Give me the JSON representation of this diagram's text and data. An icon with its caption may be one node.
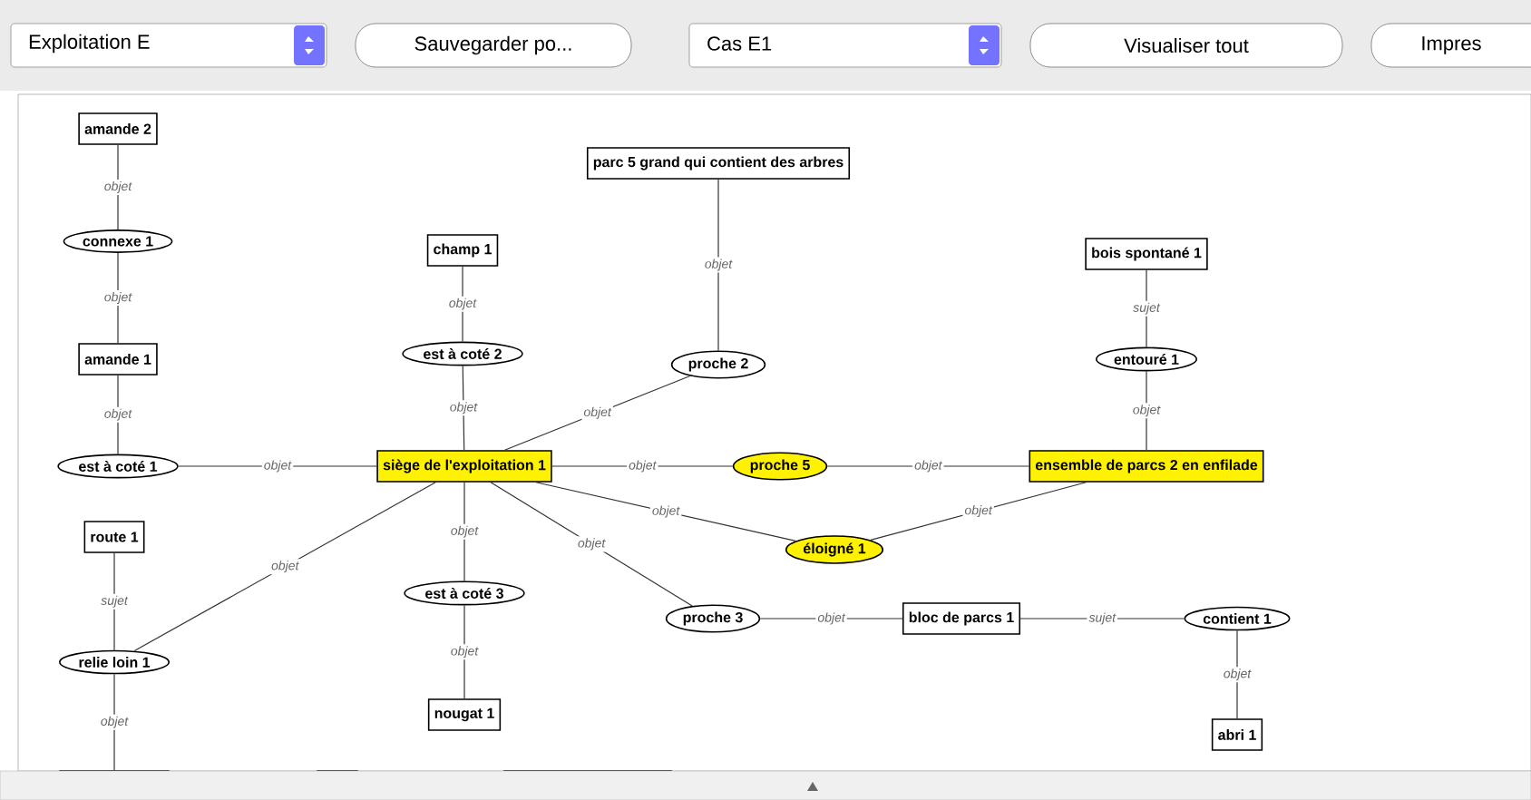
{
  "diagram": {
    "nodes": [
      {
        "text": [
          "amande 2"
        ]
      },
      {
        "text": [
          "connexe 1"
        ]
      },
      {
        "text": [
          "amande 1"
        ]
      },
      {
        "text": [
          "est à coté 1"
        ]
      },
      {
        "text": [
          "champ 1"
        ]
      },
      {
        "text": [
          "est à coté 2"
        ]
      },
      {
        "text": [
          "parc 5 grand qui contient des arbres"
        ]
      },
      {
        "text": [
          "proche 2"
        ]
      },
      {
        "text": [
          "siège de l'exploitation 1"
        ]
      },
      {
        "text": [
          "proche 5"
        ]
      },
      {
        "text": [
          "bois spontané 1"
        ]
      },
      {
        "text": [
          "entouré 1"
        ]
      },
      {
        "text": [
          "ensemble de parcs 2 en enfilade"
        ]
      },
      {
        "text": [
          "route 1"
        ]
      },
      {
        "text": [
          "relie loin 1"
        ]
      },
      {
        "text": [
          "est à coté 3"
        ]
      },
      {
        "text": [
          "éloigné 1"
        ]
      },
      {
        "text": [
          "proche 3"
        ]
      },
      {
        "text": [
          "bloc de parcs 1"
        ]
      },
      {
        "text": [
          "contient 1"
        ]
      },
      {
        "text": [
          "nougat 1"
        ]
      },
      {
        "text": [
          "abri 1"
        ]
      },
      {
        "text": [],
        "shape": "box"
      },
      {
        "text": [],
        "shape": "box"
      },
      {
        "text": [],
        "shape": "box"
      }
    ],
    "edges": [
      {
        "from": 0,
        "to": 1,
        "arrow": "none",
        "label": "objet"
      },
      {
        "from": 1,
        "to": 2,
        "arrow": "none",
        "label": "objet"
      },
      {
        "from": 2,
        "to": 3,
        "arrow": "none",
        "label": "objet"
      },
      {
        "from": 3,
        "to": 8,
        "arrow": "none",
        "label": "objet"
      },
      {
        "from": 4,
        "to": 5,
        "arrow": "none",
        "label": "objet"
      },
      {
        "from": 5,
        "to": 8,
        "arrow": "none",
        "label": "objet"
      },
      {
        "from": 6,
        "to": 7,
        "arrow": "none",
        "label": "objet"
      },
      {
        "from": 7,
        "to": 8,
        "arrow": "none",
        "label": "objet"
      },
      {
        "from": 8,
        "to": 9,
        "arrow": "none",
        "label": "objet"
      },
      {
        "from": 9,
        "to": 12,
        "arrow": "none",
        "label": "objet"
      },
      {
        "from": 10,
        "to": 11,
        "arrow": "none",
        "label": "sujet"
      },
      {
        "from": 11,
        "to": 12,
        "arrow": "none",
        "label": "objet"
      },
      {
        "from": 8,
        "to": 14,
        "arrow": "none",
        "label": "objet"
      },
      {
        "from": 8,
        "to": 15,
        "arrow": "none",
        "label": "objet"
      },
      {
        "from": 8,
        "to": 16,
        "arrow": "none",
        "label": "objet"
      },
      {
        "from": 16,
        "to": 12,
        "arrow": "none",
        "label": "objet"
      },
      {
        "from": 8,
        "to": 17,
        "arrow": "none",
        "label": "objet"
      },
      {
        "from": 17,
        "to": 18,
        "arrow": "none",
        "label": "objet"
      },
      {
        "from": 18,
        "to": 19,
        "arrow": "none",
        "label": "sujet"
      },
      {
        "from": 19,
        "to": 21,
        "arrow": "none",
        "label": "objet"
      },
      {
        "from": 15,
        "to": 20,
        "arrow": "none",
        "label": "objet"
      },
      {
        "from": 13,
        "to": 14,
        "arrow": "none",
        "label": "sujet"
      },
      {
        "from": 14,
        "to": 22,
        "arrow": "none",
        "label": "objet"
      }
    ],
    "labels": [
      "Exploitation E",
      "Sauvegarder po...",
      "Cas E1",
      "Visualiser tout",
      "Impres"
    ]
  }
}
